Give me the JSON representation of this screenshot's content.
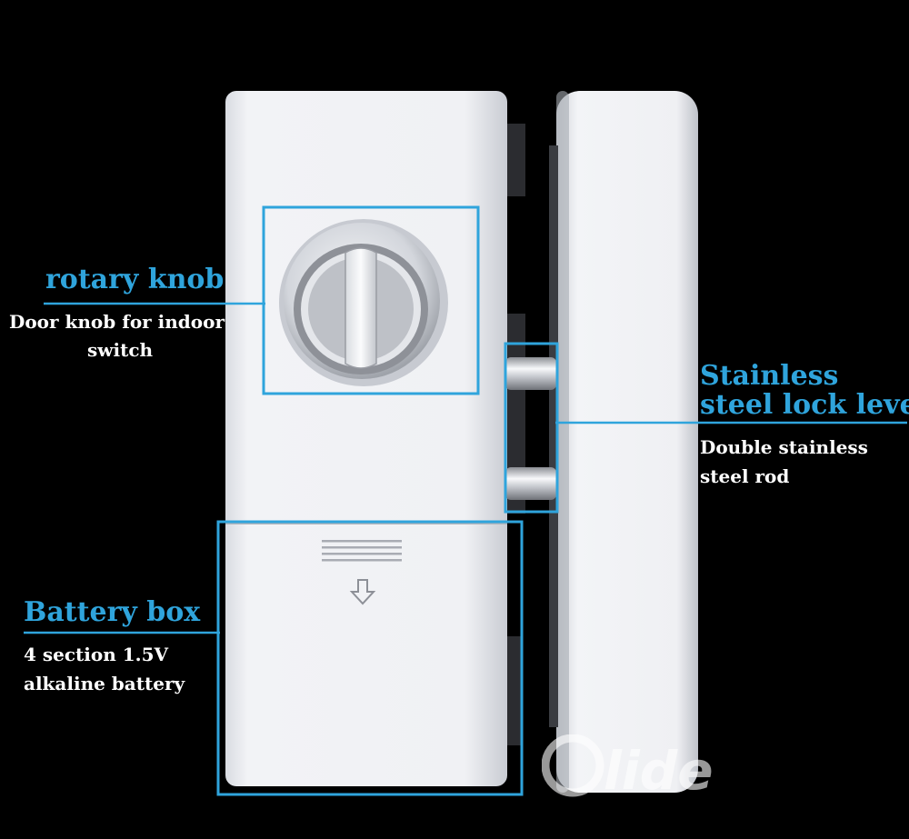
{
  "labels": {
    "rotary_knob": {
      "title": "rotary knob",
      "desc_line1": "Door knob for indoor",
      "desc_line2": "switch"
    },
    "lock_lever": {
      "title_line1": "Stainless",
      "title_line2": "steel lock lever",
      "desc_line1": "Double stainless",
      "desc_line2": "steel rod"
    },
    "battery_box": {
      "title": "Battery box",
      "desc_line1": "4 section 1.5V",
      "desc_line2": "alkaline battery"
    }
  },
  "watermark": {
    "text": "lide"
  },
  "colors": {
    "background": "#000000",
    "accent": "#2fa4dc",
    "description_text": "#ffffff",
    "lock_body": "#eceef2"
  }
}
